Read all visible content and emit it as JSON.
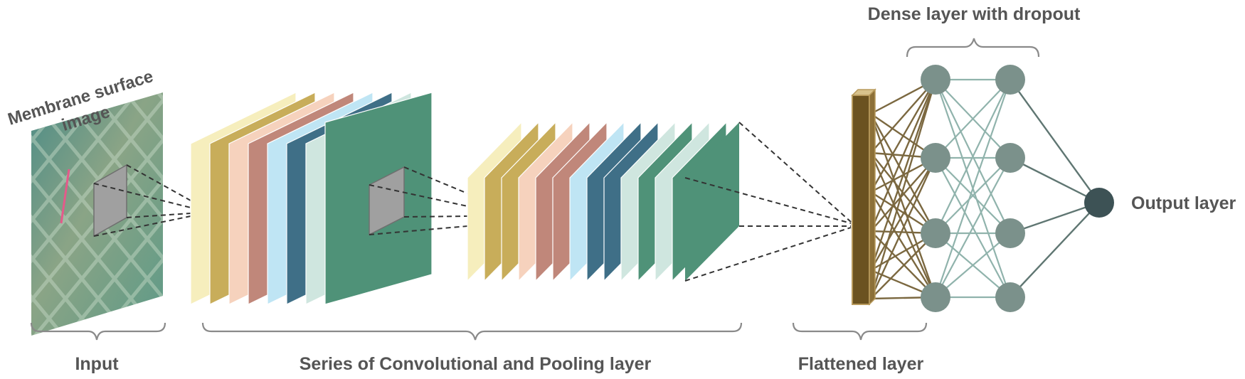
{
  "labels": {
    "input_image": [
      "Membrane surface",
      "image"
    ],
    "input": "Input",
    "conv_pool": "Series of Convolutional and Pooling layer",
    "flattened": "Flattened layer",
    "dense": "Dense layer with dropout",
    "output": "Output layer"
  },
  "colors": {
    "conv_stack_1": [
      "#f6eebd",
      "#c8ad5a",
      "#f6d2bd",
      "#c0877a",
      "#bfe5f4",
      "#3f6f87",
      "#cfe6df",
      "#4f9278"
    ],
    "conv_stack_2": [
      "#f6eebd",
      "#c8ad5a",
      "#c8ad5a",
      "#f6d2bd",
      "#c0877a",
      "#c0877a",
      "#bfe5f4",
      "#3f6f87",
      "#3f6f87",
      "#cfe6df",
      "#4f9278",
      "#cfe6df",
      "#4f9278"
    ],
    "flatten_bar": "#6b5220",
    "flatten_to_dense": "#7b6840",
    "dense_links": "#90b3ac",
    "dense_node": "#7b918b",
    "output_node": "#3d5255"
  },
  "network": {
    "dense_layers": [
      4,
      4
    ],
    "output_nodes": 1
  }
}
